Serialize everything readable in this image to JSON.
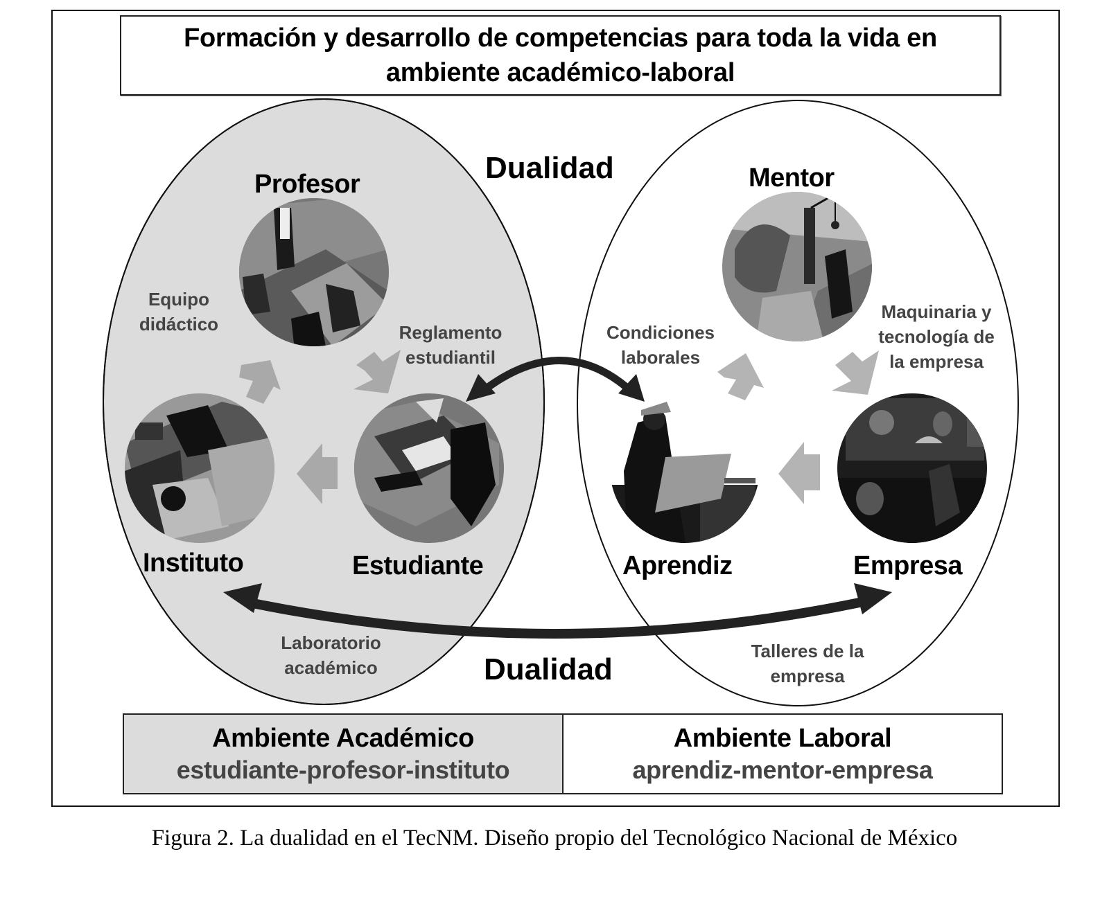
{
  "title": {
    "line1": "Formación y desarrollo de competencias para toda la vida en",
    "line2": "ambiente académico-laboral"
  },
  "duality_labels": {
    "top": "Dualidad",
    "bottom": "Dualidad"
  },
  "academic": {
    "roles": {
      "profesor": "Profesor",
      "estudiante": "Estudiante",
      "instituto": "Instituto"
    },
    "resources": {
      "equipo_line1": "Equipo",
      "equipo_line2": "didáctico",
      "reglamento_line1": "Reglamento",
      "reglamento_line2": "estudiantil",
      "laboratorio_line1": "Laboratorio",
      "laboratorio_line2": "académico"
    },
    "images": {
      "profesor": "classroom-teacher-illustration",
      "estudiante": "student-at-desk-illustration",
      "instituto": "laboratory-illustration"
    }
  },
  "labor": {
    "roles": {
      "mentor": "Mentor",
      "aprendiz": "Aprendiz",
      "empresa": "Empresa"
    },
    "resources": {
      "condiciones_line1": "Condiciones",
      "condiciones_line2": "laborales",
      "maquinaria_line1": "Maquinaria y",
      "maquinaria_line2": "tecnología de",
      "maquinaria_line3": "la empresa",
      "talleres_line1": "Talleres de la",
      "talleres_line2": "empresa"
    },
    "images": {
      "mentor": "construction-worker-illustration",
      "aprendiz": "engineer-with-blueprint-illustration",
      "empresa": "factory-machinery-illustration"
    }
  },
  "environments": {
    "academic": {
      "title": "Ambiente Académico",
      "subtitle": "estudiante-profesor-instituto"
    },
    "labor": {
      "title": "Ambiente Laboral",
      "subtitle": "aprendiz-mentor-empresa"
    }
  },
  "colors": {
    "academic_fill": "#dcdcdc",
    "labor_fill": "#ffffff",
    "cycle_arrow": "#a9a9a9",
    "duality_arrow": "#222222",
    "resource_text": "#444444"
  },
  "caption": "Figura 2. La dualidad en el TecNM. Diseño propio del Tecnológico Nacional de México"
}
